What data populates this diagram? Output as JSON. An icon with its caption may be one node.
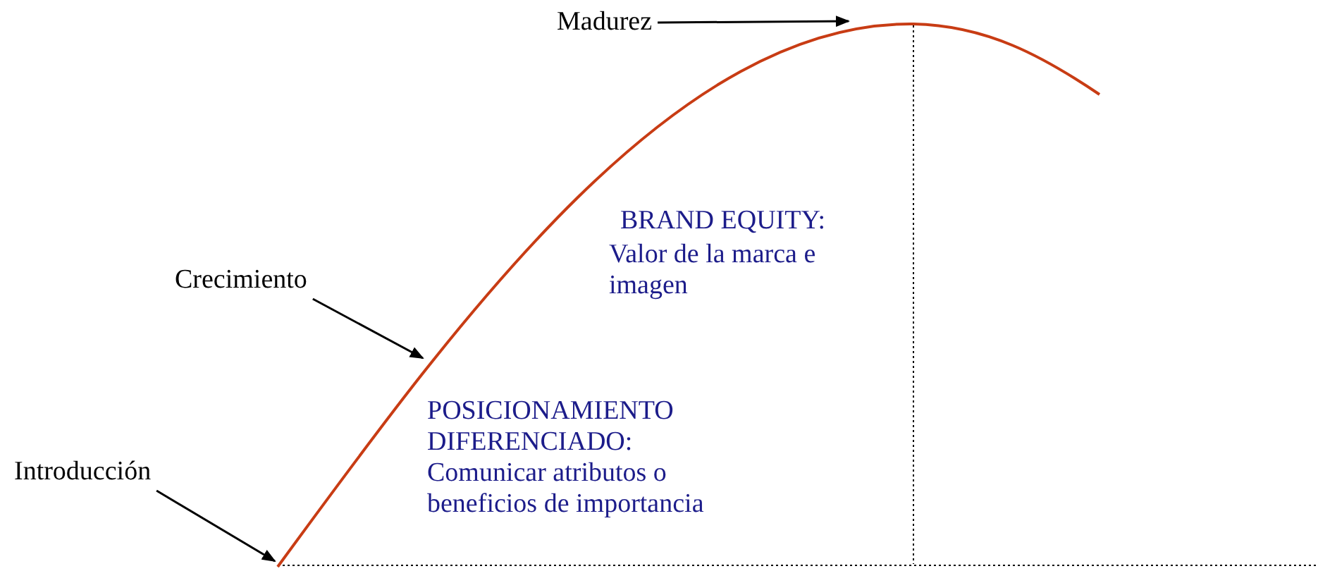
{
  "diagram": {
    "nodes": [
      {
        "text": [
          "Madurez"
        ]
      },
      {
        "text": [
          "Crecimiento"
        ]
      },
      {
        "text": [
          "Introducción"
        ]
      }
    ],
    "edges": [
      {
        "from": 0,
        "to": null,
        "arrow": "to"
      },
      {
        "from": 1,
        "to": null,
        "arrow": "to"
      },
      {
        "from": 2,
        "to": null,
        "arrow": "to"
      }
    ],
    "labels": [
      "BRAND EQUITY:",
      "Valor de la marca e imagen",
      "POSICIONAMIENTO DIFERENCIADO:",
      "Comunicar atributos o beneficios de importancia"
    ]
  }
}
